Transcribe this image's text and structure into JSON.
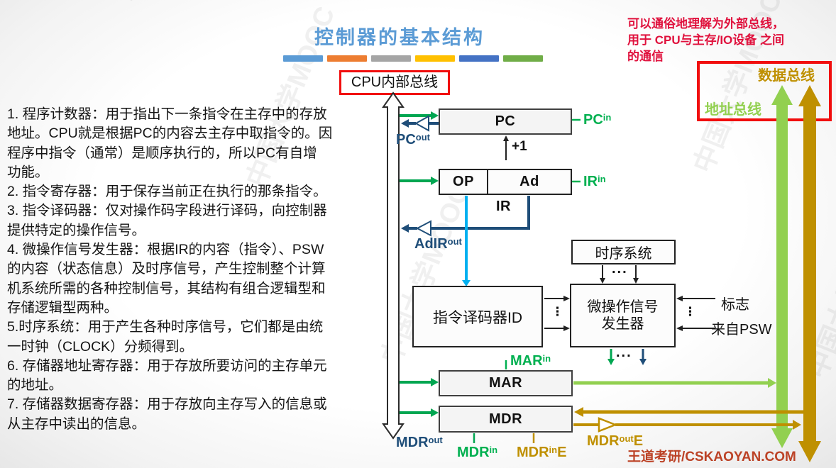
{
  "title": "控制器的基本结构",
  "watermark": "中国大学MOOC",
  "title_dashes": [
    "#5B9BD5",
    "#ED7D31",
    "#A5A5A5",
    "#FFC000",
    "#4472C4",
    "#70AD47"
  ],
  "note_top_right": {
    "lines": [
      "可以通俗地理解为外部总线，",
      "用于  CPU与主存/IO设备  之间",
      "的通信"
    ]
  },
  "bus_label_box": {
    "data_bus": "数据总线",
    "address_bus": "地址总线"
  },
  "cpu_bus_label": "CPU内部总线",
  "left_notes": {
    "lines": [
      "1. 程序计数器：用于指出下一条指令在主存中的存放",
      "地址。CPU就是根据PC的内容去主存中取指令的。因",
      "程序中指令（通常）是顺序执行的，所以PC有自增",
      "功能。",
      "2. 指令寄存器：用于保存当前正在执行的那条指令。",
      "3. 指令译码器：仅对操作码字段进行译码，向控制器",
      "提供特定的操作信号。",
      "4. 微操作信号发生器：根据IR的内容（指令）、PSW",
      "的内容（状态信息）及时序信号，产生控制整个计算",
      "机系统所需的各种控制信号，其结构有组合逻辑型和",
      "存储逻辑型两种。",
      "5.时序系统：用于产生各种时序信号，它们都是由统",
      "一时钟（CLOCK）分频得到。",
      "6. 存储器地址寄存器：用于存放所要访问的主存单元",
      "的地址。",
      "7. 存储器数据寄存器：用于存放向主存写入的信息或",
      "从主存中读出的信息。"
    ]
  },
  "boxes": {
    "pc": "PC",
    "op": "OP",
    "ad": "Ad",
    "ir": "IR",
    "timing": "时序系统",
    "decoder": "指令译码器ID",
    "signal_gen_line1": "微操作信号",
    "signal_gen_line2": "发生器",
    "mar": "MAR",
    "mdr": "MDR"
  },
  "signals": {
    "pc_in": {
      "base": "PC",
      "sup": "in",
      "suffix": ""
    },
    "pc_out": {
      "base": "PC",
      "sup": "out",
      "suffix": ""
    },
    "ir_in": {
      "base": "IR",
      "sup": "in",
      "suffix": ""
    },
    "adir_out": {
      "base": "AdIR",
      "sup": "out",
      "suffix": ""
    },
    "mar_in": {
      "base": "MAR",
      "sup": "in",
      "suffix": ""
    },
    "mdr_out": {
      "base": "MDR",
      "sup": "out",
      "suffix": ""
    },
    "mdr_in": {
      "base": "MDR",
      "sup": "in",
      "suffix": ""
    },
    "mdr_in_e": {
      "base": "MDR",
      "sup": "in",
      "suffix": "E"
    },
    "mdr_out_e": {
      "base": "MDR",
      "sup": "out",
      "suffix": "E"
    },
    "plus_one": "+1",
    "flags": "标志",
    "from_psw": "来自PSW",
    "dots_h": "...",
    "dots_v": "⋮"
  },
  "footer": {
    "brand": "王道考研/CSKAOYAN.COM"
  },
  "colors": {
    "title_blue": "#5B9BD5",
    "note_red": "#E0103C",
    "frame_red": "#F10E0E",
    "signal_green": "#00B050",
    "signal_navy": "#1F4E79",
    "signal_cyan": "#00B0F0",
    "data_bus_olive": "#BF9000",
    "address_bus_green": "#92D050",
    "footer_brick": "#BC4226"
  }
}
